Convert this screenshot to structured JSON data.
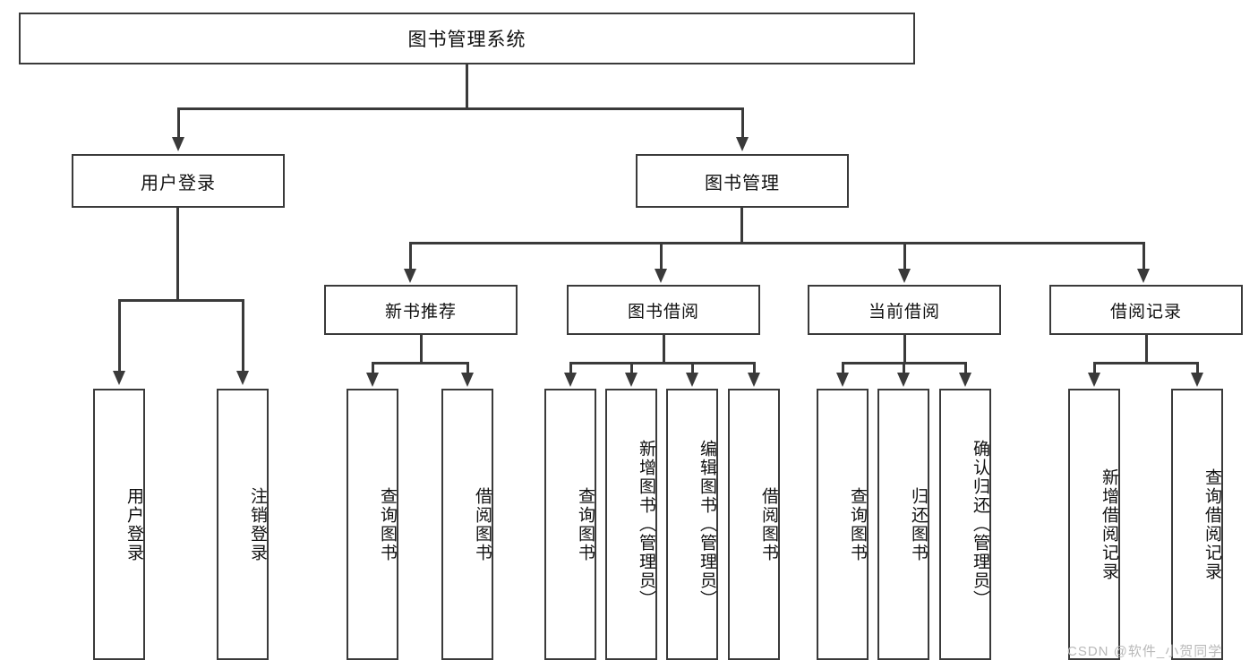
{
  "diagram": {
    "title_box": {
      "label": "图书管理系统"
    },
    "level2": [
      {
        "id": "user-login",
        "label": "用户登录"
      },
      {
        "id": "book-management",
        "label": "图书管理"
      }
    ],
    "level3": [
      {
        "id": "new-book-recommend",
        "label": "新书推荐"
      },
      {
        "id": "book-borrow",
        "label": "图书借阅"
      },
      {
        "id": "current-borrow",
        "label": "当前借阅"
      },
      {
        "id": "borrow-record",
        "label": "借阅记录"
      }
    ],
    "leaves": {
      "user_login": [
        {
          "id": "leaf-user-login",
          "label": "用户登录"
        },
        {
          "id": "leaf-logout-login",
          "label": "注销登录"
        }
      ],
      "new_book_recommend": [
        {
          "id": "leaf-query-book-1",
          "label": "查询图书"
        },
        {
          "id": "leaf-borrow-book-1",
          "label": "借阅图书"
        }
      ],
      "book_borrow": [
        {
          "id": "leaf-query-book-2",
          "label": "查询图书"
        },
        {
          "id": "leaf-add-book",
          "label": "新增图书（管理员）"
        },
        {
          "id": "leaf-edit-book",
          "label": "编辑图书（管理员）"
        },
        {
          "id": "leaf-borrow-book-2",
          "label": "借阅图书"
        }
      ],
      "current_borrow": [
        {
          "id": "leaf-query-book-3",
          "label": "查询图书"
        },
        {
          "id": "leaf-return-book",
          "label": "归还图书"
        },
        {
          "id": "leaf-confirm-return",
          "label": "确认归还（管理员）"
        }
      ],
      "borrow_record": [
        {
          "id": "leaf-add-record",
          "label": "新增借阅记录"
        },
        {
          "id": "leaf-query-record",
          "label": "查询借阅记录"
        }
      ]
    }
  },
  "watermark": {
    "text": "CSDN @软件_小贺同学"
  },
  "colors": {
    "stroke": "#3a3a3a",
    "box_fill": "#ffffff",
    "text": "#111111",
    "watermark": "#b9b9b9",
    "background": "#ffffff"
  }
}
